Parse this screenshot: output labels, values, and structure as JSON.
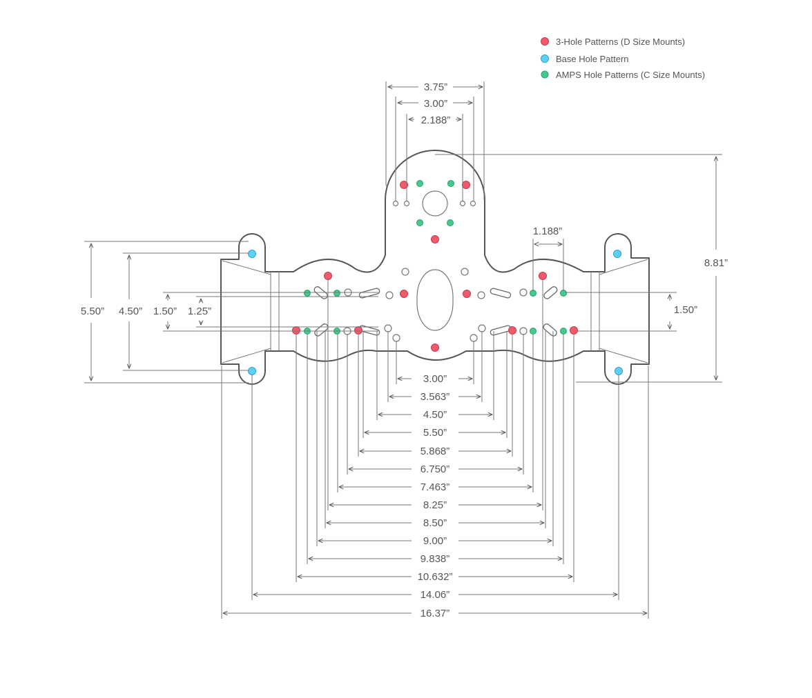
{
  "legend": [
    {
      "label": "3-Hole Patterns (D Size Mounts)",
      "color": "#f05a6a",
      "stroke": "#c83a4c"
    },
    {
      "label": "Base Hole Pattern",
      "color": "#5fd0f0",
      "stroke": "#2aa6cf"
    },
    {
      "label": "AMPS Hole Patterns (C Size Mounts)",
      "color": "#45c98c",
      "stroke": "#23a06a"
    }
  ],
  "dimensions": {
    "top": [
      "3.75”",
      "3.00”",
      "2.188”"
    ],
    "height": "8.81”",
    "slot_spacing": "1.188”",
    "left_outer": "5.50”",
    "left_mid": "4.50”",
    "left_inner_a": "1.50”",
    "left_inner_b": "1.25”",
    "right_side": "1.50”",
    "bottom": [
      "3.00”",
      "3.563”",
      "4.50”",
      "5.50”",
      "5.868”",
      "6.750”",
      "7.463”",
      "8.25”",
      "8.50”",
      "9.00”",
      "9.838”",
      "10.632”",
      "14.06”",
      "16.37”"
    ]
  }
}
